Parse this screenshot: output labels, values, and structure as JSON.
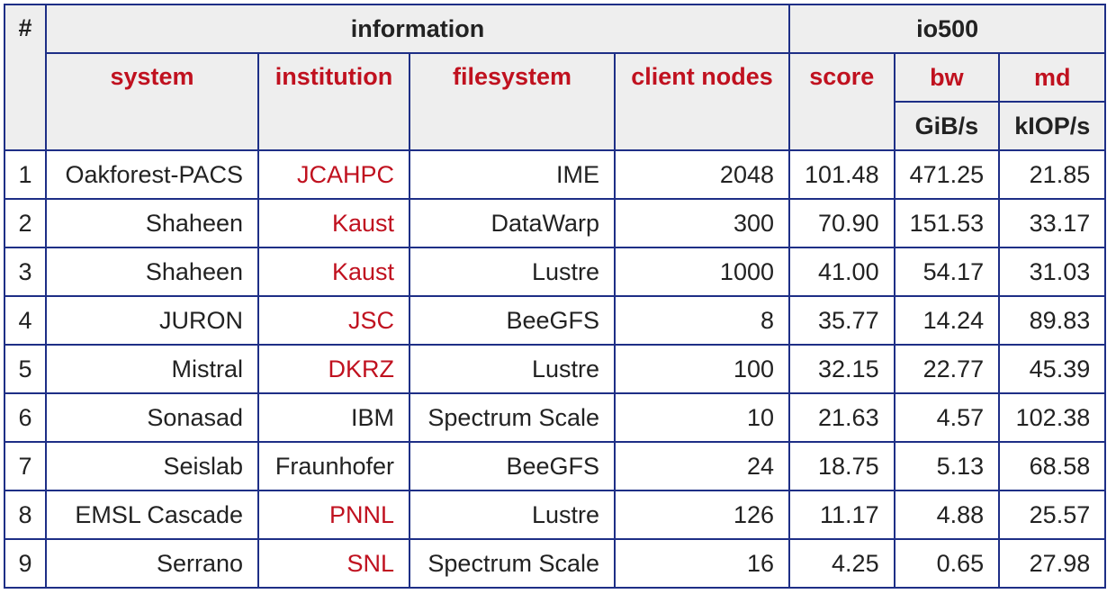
{
  "header": {
    "rank": "#",
    "group_information": "information",
    "group_io500": "io500",
    "columns": {
      "system": "system",
      "institution": "institution",
      "filesystem": "filesystem",
      "client_nodes": "client nodes",
      "score": "score",
      "bw": "bw",
      "md": "md"
    },
    "units": {
      "bw": "GiB/s",
      "md": "kIOP/s"
    }
  },
  "rows": [
    {
      "rank": "1",
      "system": "Oakforest-PACS",
      "institution": "JCAHPC",
      "institution_link": true,
      "filesystem": "IME",
      "client_nodes": "2048",
      "score": "101.48",
      "bw": "471.25",
      "md": "21.85"
    },
    {
      "rank": "2",
      "system": "Shaheen",
      "institution": "Kaust",
      "institution_link": true,
      "filesystem": "DataWarp",
      "client_nodes": "300",
      "score": "70.90",
      "bw": "151.53",
      "md": "33.17"
    },
    {
      "rank": "3",
      "system": "Shaheen",
      "institution": "Kaust",
      "institution_link": true,
      "filesystem": "Lustre",
      "client_nodes": "1000",
      "score": "41.00",
      "bw": "54.17",
      "md": "31.03"
    },
    {
      "rank": "4",
      "system": "JURON",
      "institution": "JSC",
      "institution_link": true,
      "filesystem": "BeeGFS",
      "client_nodes": "8",
      "score": "35.77",
      "bw": "14.24",
      "md": "89.83"
    },
    {
      "rank": "5",
      "system": "Mistral",
      "institution": "DKRZ",
      "institution_link": true,
      "filesystem": "Lustre",
      "client_nodes": "100",
      "score": "32.15",
      "bw": "22.77",
      "md": "45.39"
    },
    {
      "rank": "6",
      "system": "Sonasad",
      "institution": "IBM",
      "institution_link": false,
      "filesystem": "Spectrum Scale",
      "client_nodes": "10",
      "score": "21.63",
      "bw": "4.57",
      "md": "102.38"
    },
    {
      "rank": "7",
      "system": "Seislab",
      "institution": "Fraunhofer",
      "institution_link": false,
      "filesystem": "BeeGFS",
      "client_nodes": "24",
      "score": "18.75",
      "bw": "5.13",
      "md": "68.58"
    },
    {
      "rank": "8",
      "system": "EMSL Cascade",
      "institution": "PNNL",
      "institution_link": true,
      "filesystem": "Lustre",
      "client_nodes": "126",
      "score": "11.17",
      "bw": "4.88",
      "md": "25.57"
    },
    {
      "rank": "9",
      "system": "Serrano",
      "institution": "SNL",
      "institution_link": true,
      "filesystem": "Spectrum Scale",
      "client_nodes": "16",
      "score": "4.25",
      "bw": "0.65",
      "md": "27.98"
    }
  ],
  "colors": {
    "border": "#1e2f86",
    "header_bg": "#eeeeee",
    "link_red": "#c0111f",
    "text": "#222222"
  }
}
